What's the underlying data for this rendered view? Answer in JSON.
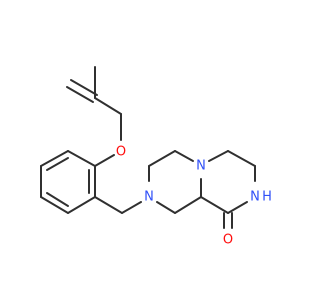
{
  "molecule": {
    "bond_color": "#303030",
    "atoms": {
      "oxygen_ether": {
        "symbol": "O",
        "color": "#ff0d0d"
      },
      "nitrogen_left": {
        "symbol": "N",
        "color": "#3050f8"
      },
      "nitrogen_center": {
        "symbol": "N",
        "color": "#3050f8"
      },
      "nitrogen_amide": {
        "symbol": "N",
        "color": "#3050f8"
      },
      "hydrogen_amide": {
        "symbol": "H",
        "color": "#3050f8"
      },
      "oxygen_carbonyl": {
        "symbol": "O",
        "color": "#ff0d0d"
      }
    }
  }
}
